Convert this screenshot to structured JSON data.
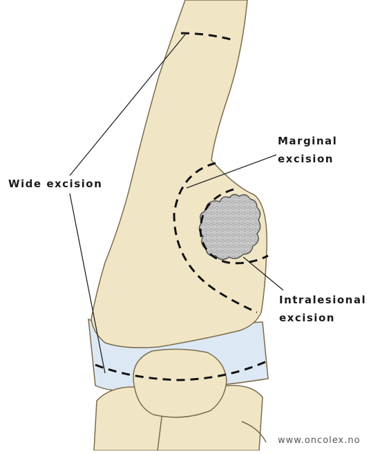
{
  "labels": {
    "wide": "Wide excision",
    "marginal_line1": "Marginal",
    "marginal_line2": "excision",
    "intralesional_line1": "Intralesional",
    "intralesional_line2": "excision"
  },
  "watermark": "www.oncolex.no",
  "colors": {
    "bone": "#f0e6c6",
    "bone_outline": "#7a6a4a",
    "cartilage": "#dce8f4",
    "tumor": "#c8c8c8",
    "cut_line": "#111111",
    "leader_line": "#222222"
  }
}
